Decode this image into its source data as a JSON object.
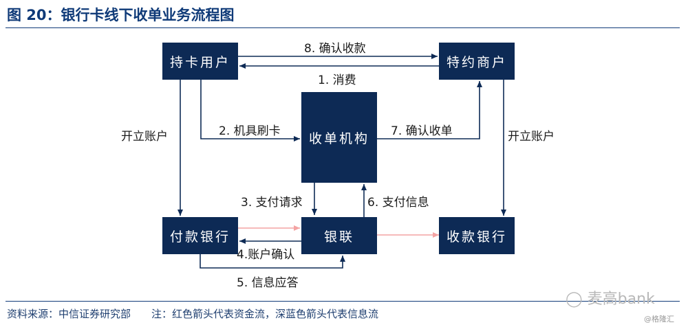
{
  "title": "图 20：银行卡线下收单业务流程图",
  "nodes": {
    "cardholder": "持卡用户",
    "merchant": "特约商户",
    "acquirer": "收单机构",
    "paying_bank": "付款银行",
    "unionpay": "银联",
    "receiving_bank": "收款银行"
  },
  "edges": {
    "consume": "1. 消费",
    "swipe": "2. 机具刷卡",
    "pay_request": "3. 支付请求",
    "account_confirm": "4.账户确认",
    "info_reply": "5. 信息应答",
    "pay_info": "6. 支付信息",
    "confirm_acquire": "7. 确认收单",
    "confirm_receipt": "8. 确认收款",
    "open_account_left": "开立账户",
    "open_account_right": "开立账户"
  },
  "footer": {
    "source": "资料来源：中信证券研究部",
    "note": "注：红色箭头代表资金流，深蓝色箭头代表信息流"
  },
  "watermark": {
    "main": "麦高bank",
    "sub": "@格隆汇"
  },
  "colors": {
    "info_flow": "#0d2a55",
    "money_flow": "#f4a3a3",
    "title": "#0f3a78"
  }
}
